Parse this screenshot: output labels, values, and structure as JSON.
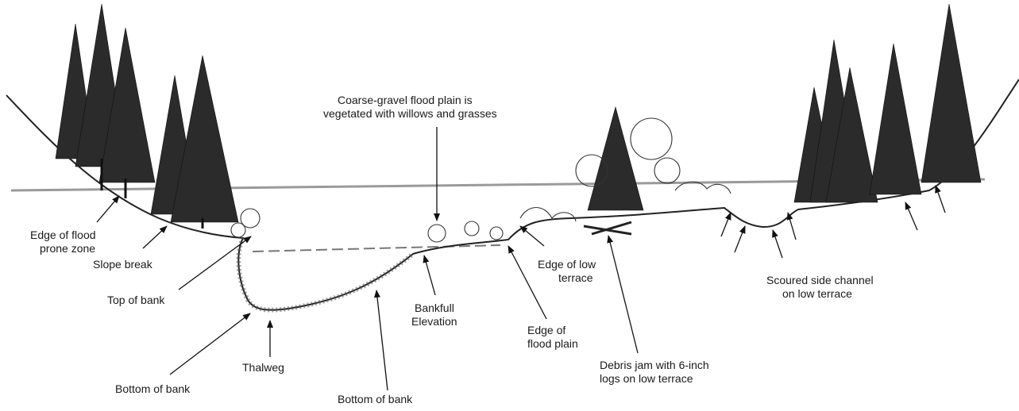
{
  "labels": {
    "edge_flood_prone_1": "Edge of flood",
    "edge_flood_prone_2": "prone zone",
    "slope_break": "Slope break",
    "top_of_bank": "Top of bank",
    "bottom_of_bank_left": "Bottom of bank",
    "thalweg": "Thalweg",
    "bottom_of_bank_center": "Bottom of bank",
    "coarse_gravel_1": "Coarse-gravel flood plain is",
    "coarse_gravel_2": "vegetated with willows and grasses",
    "bankfull_1": "Bankfull",
    "bankfull_2": "Elevation",
    "edge_low_terrace_1": "Edge of low",
    "edge_low_terrace_2": "terrace",
    "edge_flood_plain_1": "Edge of",
    "edge_flood_plain_2": "flood plain",
    "debris_jam_1": "Debris jam with 6-inch",
    "debris_jam_2": "logs on low terrace",
    "scoured_channel_1": "Scoured side channel",
    "scoured_channel_2": "on low terrace"
  }
}
